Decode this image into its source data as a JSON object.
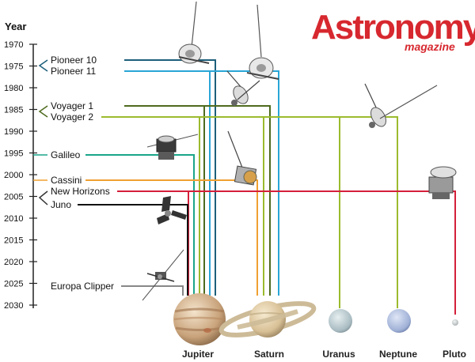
{
  "logo": {
    "title": "Astronomy",
    "subtitle": "magazine"
  },
  "axis": {
    "title": "Year",
    "years": [
      "1970",
      "1975",
      "1980",
      "1985",
      "1990",
      "1995",
      "2000",
      "2005",
      "2010",
      "2015",
      "2020",
      "2025",
      "2030"
    ]
  },
  "missions": [
    {
      "name": "Pioneer 10",
      "color": "#1d5f7a"
    },
    {
      "name": "Pioneer 11",
      "color": "#2aa6d6"
    },
    {
      "name": "Voyager 1",
      "color": "#4e6b1e"
    },
    {
      "name": "Voyager 2",
      "color": "#9cbb2e"
    },
    {
      "name": "Galileo",
      "color": "#1aa58a"
    },
    {
      "name": "Cassini",
      "color": "#f0a030"
    },
    {
      "name": "New Horizons",
      "color": "#d41f3a"
    },
    {
      "name": "Juno",
      "color": "#111111"
    },
    {
      "name": "Europa Clipper",
      "color": "#888888"
    }
  ],
  "planets": [
    {
      "name": "Jupiter"
    },
    {
      "name": "Saturn"
    },
    {
      "name": "Uranus"
    },
    {
      "name": "Neptune"
    },
    {
      "name": "Pluto"
    }
  ]
}
